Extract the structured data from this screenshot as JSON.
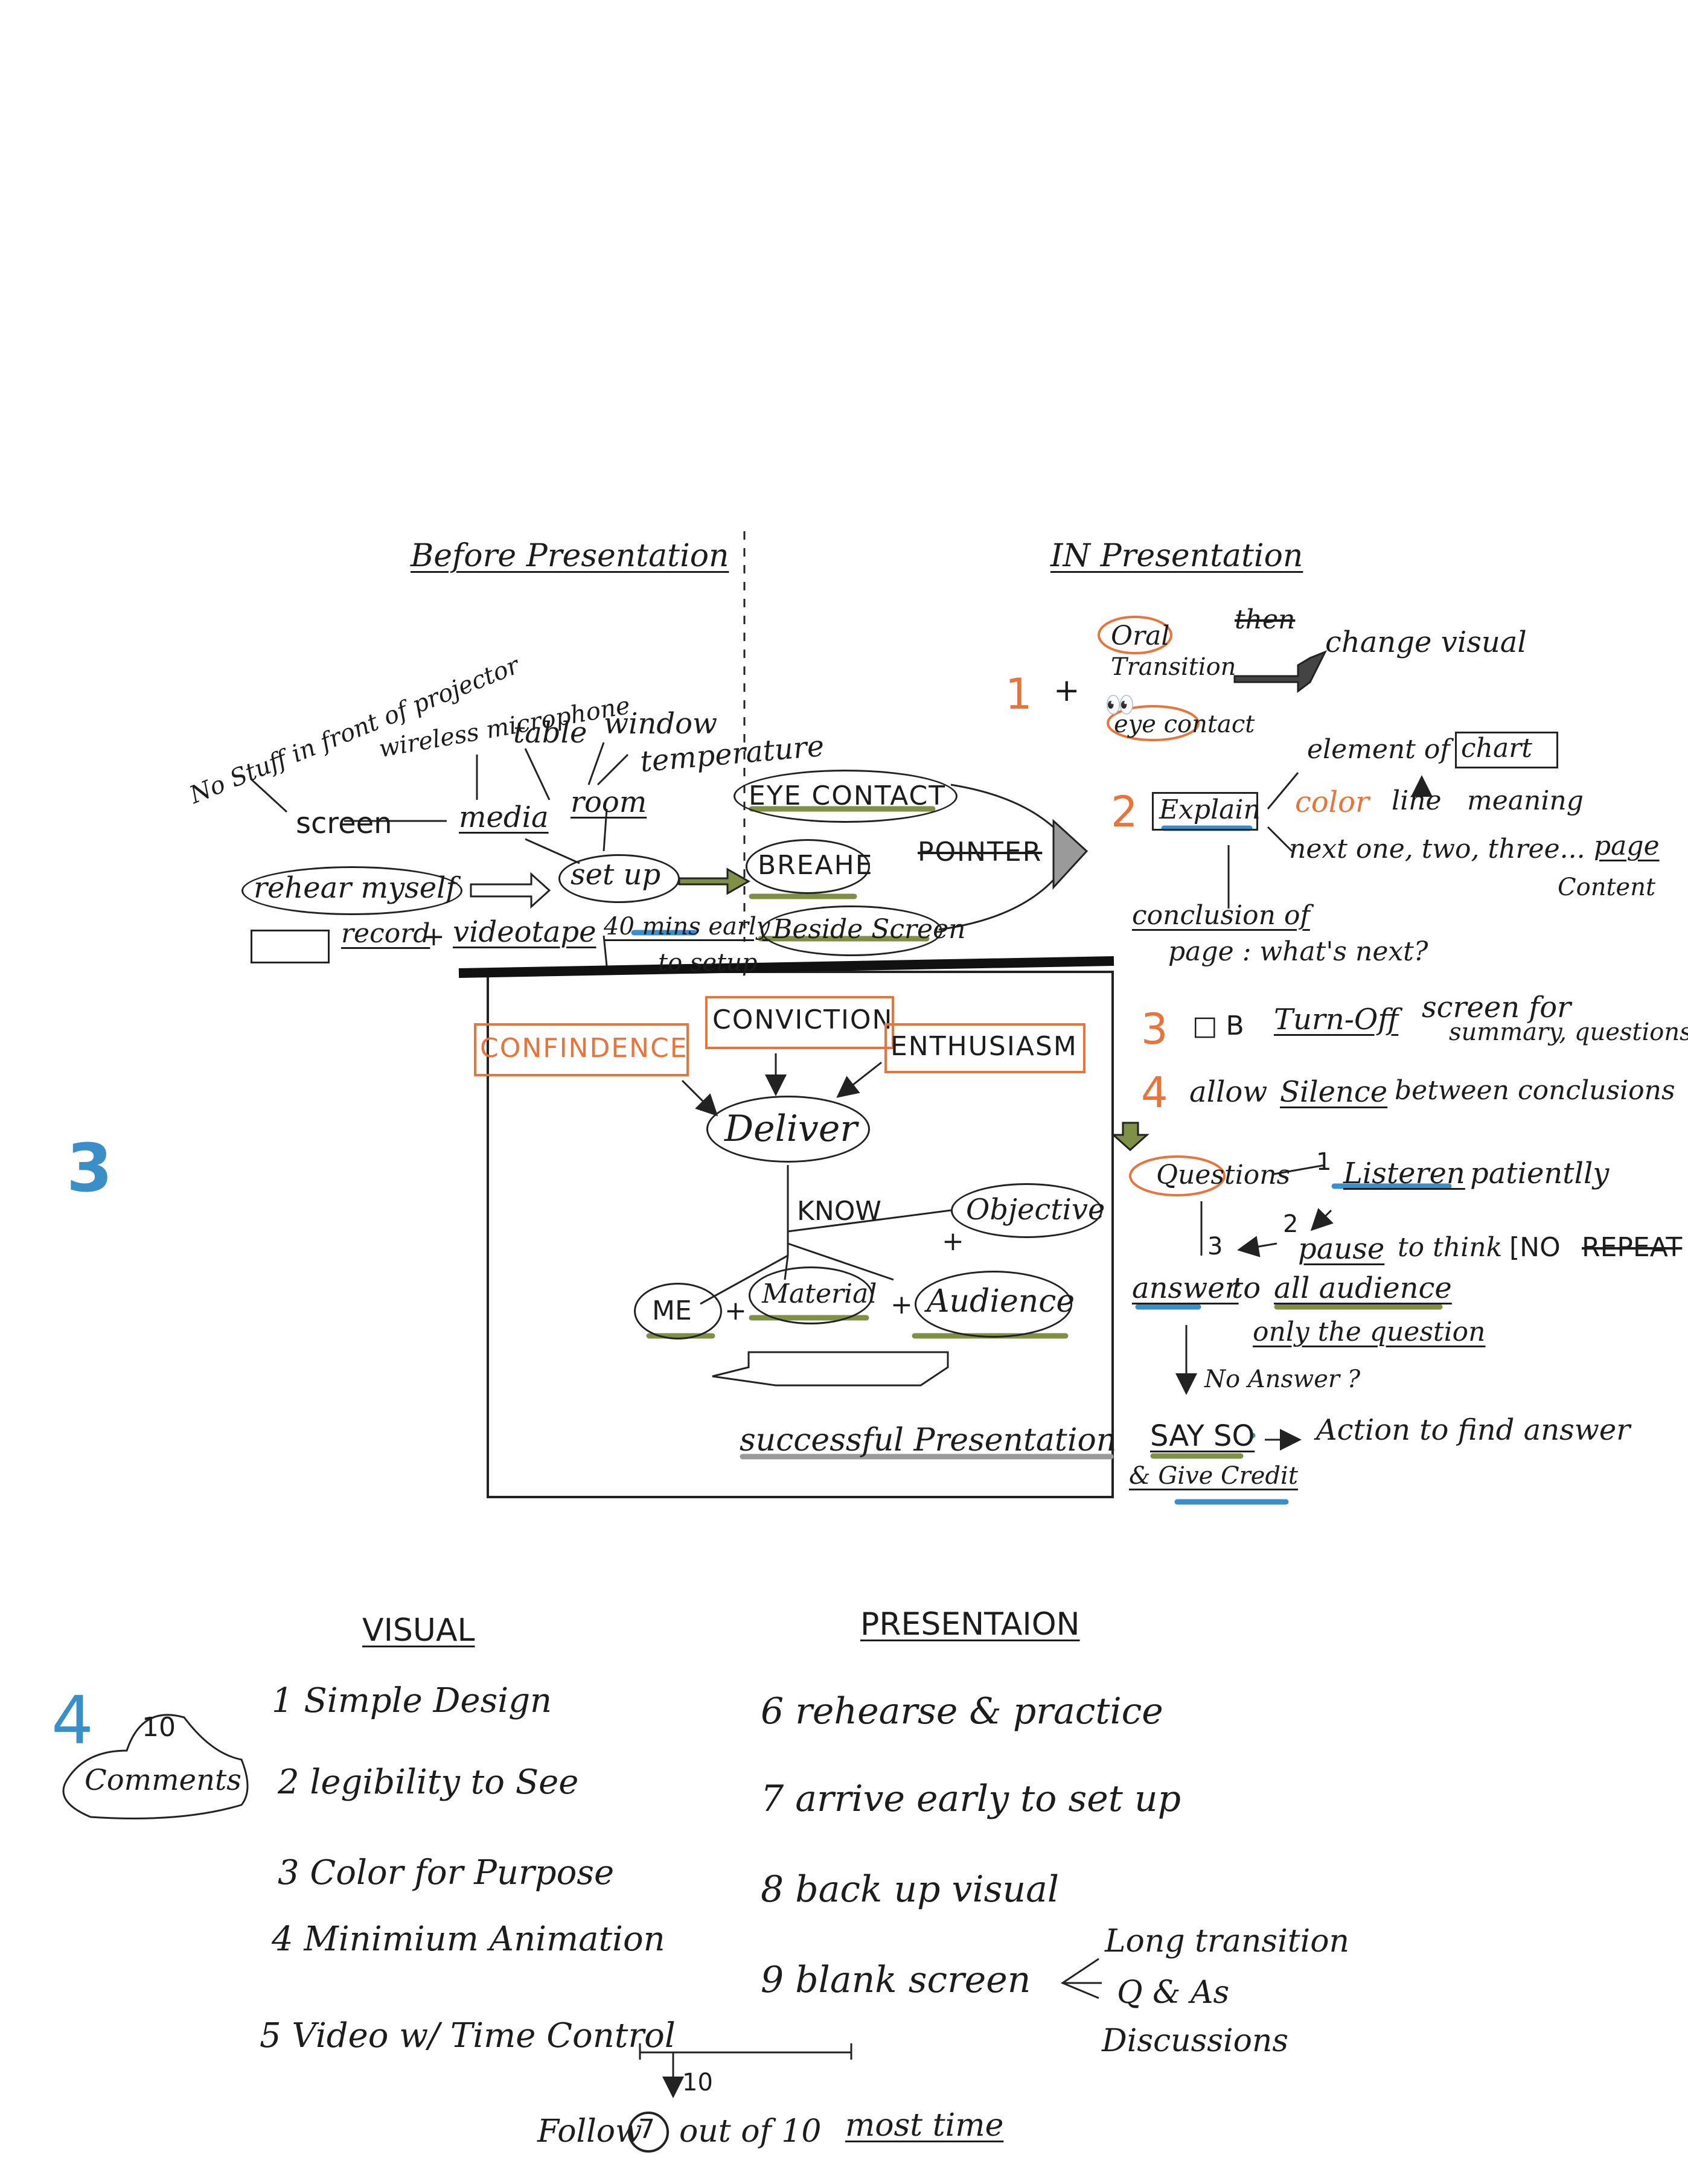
{
  "left_title": "Before Presentation",
  "right_title": "IN Presentation",
  "side_number_3": "3",
  "before": {
    "no_stuff": "No Stuff in front of projector",
    "wireless_microphone": "wireless microphone",
    "table": "table",
    "window": "window",
    "temperature": "temperature",
    "screen": "screen",
    "media": "media",
    "room": "room",
    "rehear_myself": "rehear myself",
    "set_up": "set up",
    "record": "record",
    "plus": "+",
    "videotape": "videotape",
    "forty_mins": "40 mins early",
    "to_setup": "to setup",
    "eye_contact": "EYE CONTACT",
    "breahe": "BREAHE",
    "pointer": "POINTER",
    "beside_screen": "Beside Screen"
  },
  "deliver_box": {
    "confidence": "CONFINDENCE",
    "conviction": "CONVICTION",
    "enthusiasm": "ENTHUSIASM",
    "deliver": "Deliver",
    "know": "KNOW",
    "objective": "Objective",
    "me": "ME",
    "material": "Material",
    "audience": "Audience",
    "plus": "+",
    "successful": "successful Presentation"
  },
  "in_presentation": {
    "n1": "1",
    "plus": "+",
    "oral": "Oral",
    "transition": "Transition",
    "then": "then",
    "change_visual": "change visual",
    "eye_contact": "eye contact",
    "n2": "2",
    "explain": "Explain",
    "element_of": "element of",
    "chart": "chart",
    "color": "color",
    "line": "line",
    "meaning": "meaning",
    "next_one": "next one, two, three...",
    "page": "page",
    "content": "Content",
    "conclusion_of": "conclusion of",
    "page_whats_next": "page : what's next?",
    "n3": "3",
    "b_b": "□ B",
    "turn_off": "Turn-Off",
    "screen_for": "screen for",
    "summary_questions": "summary, questions",
    "n4": "4",
    "allow": "allow",
    "silence": "Silence",
    "between": "between conclusions",
    "questions": "Questions",
    "q1": "1",
    "listeren": "Listeren",
    "patiently": "patientlly",
    "q2": "2",
    "pause": "pause",
    "to_think": "to think",
    "no_repeat": "NO REPEAT",
    "no_prefix": "[NO ",
    "repeat": "REPEAT",
    "q3": "3",
    "answer_to": "answer",
    "to": "to",
    "all_audience": "all audience",
    "only_the_question": "only the question",
    "no_answer": "No Answer ?",
    "say_so": "SAY SO",
    "action": "Action to find answer",
    "give_credit": "& Give Credit"
  },
  "bottom": {
    "big_4": "4",
    "ten": "10",
    "comments": "Comments",
    "visual_heading": "VISUAL",
    "presentation_heading": "PRESENTAION",
    "visual_items": [
      "1 Simple Design",
      "2 legibility to See",
      "3 Color for Purpose",
      "4 Minimium Animation",
      "5 Video w/ Time Control"
    ],
    "presentation_items": [
      "6 rehearse & practice",
      "7 arrive early to set up",
      "8 back up visual",
      "9 blank screen"
    ],
    "blank_reasons": [
      "Long transition",
      "Q & As",
      "Discussions"
    ],
    "arrow_10": "10",
    "follow": "Follow",
    "seven": "7",
    "out_of": "out of 10",
    "most_time": "most time"
  },
  "colors": {
    "ink": "#1c1c1c",
    "orange": "#e8743b",
    "blue": "#3b8fc9",
    "green_shade": "#7f8f46",
    "gray_shade": "#9a9a9a"
  }
}
